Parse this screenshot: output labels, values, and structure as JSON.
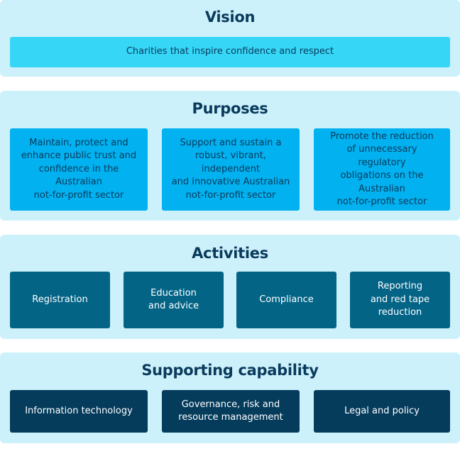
{
  "colors": {
    "panel_background": "#cdf1fb",
    "title_text": "#0a3a5c",
    "vision_box": "#36d6f6",
    "purpose_box": "#02b1ef",
    "activity_box": "#036486",
    "support_box": "#053c5c"
  },
  "vision": {
    "title": "Vision",
    "statement": "Charities that inspire confidence and respect"
  },
  "purposes": {
    "title": "Purposes",
    "items": [
      "Maintain, protect and\nenhance public trust and\nconfidence in the Australian\nnot-for-profit sector",
      "Support and sustain a\nrobust, vibrant, independent\nand innovative Australian\nnot-for-profit sector",
      "Promote the reduction\nof unnecessary regulatory\nobligations on the Australian\nnot-for-profit sector"
    ]
  },
  "activities": {
    "title": "Activities",
    "items": [
      "Registration",
      "Education\nand advice",
      "Compliance",
      "Reporting\nand red tape\nreduction"
    ]
  },
  "supporting": {
    "title": "Supporting capability",
    "items": [
      "Information technology",
      "Governance, risk and\nresource management",
      "Legal and policy"
    ]
  }
}
